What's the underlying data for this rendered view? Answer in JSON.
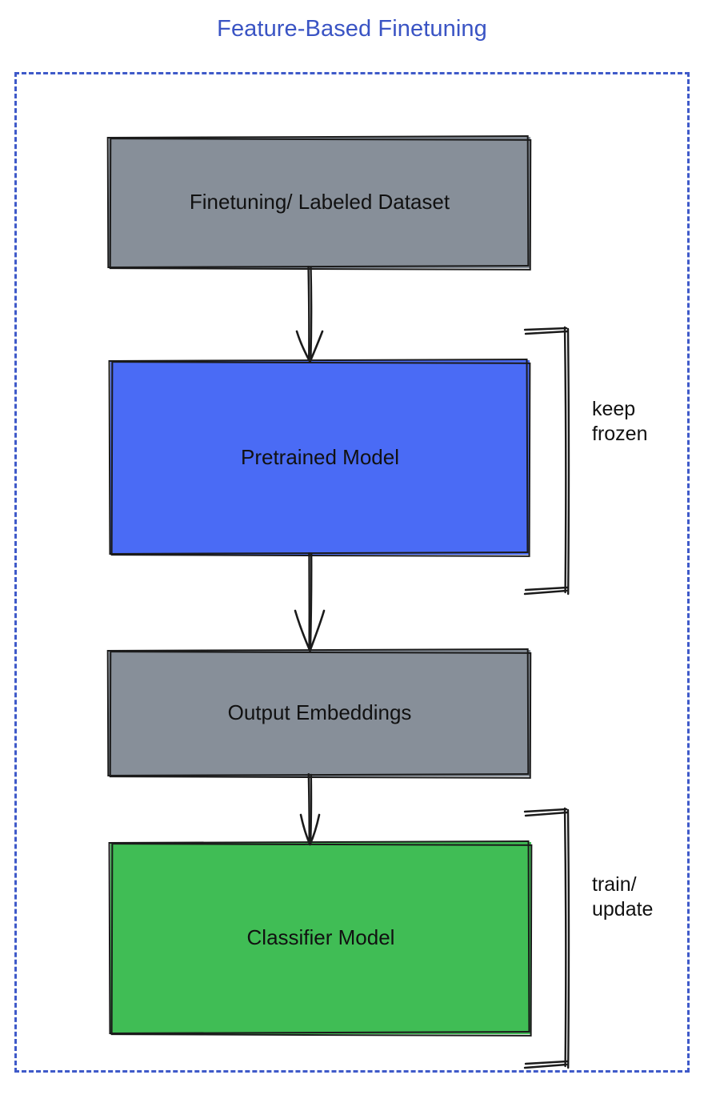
{
  "title": "Feature-Based Finetuning",
  "colors": {
    "title": "#3a54c4",
    "frame_dashed": "#3f5ac9",
    "gray_node": "#878f99",
    "blue_node": "#4a6bf5",
    "green_node": "#40bd55",
    "stroke": "#1b1b1b",
    "text": "#111111"
  },
  "flow": {
    "nodes": [
      {
        "id": "dataset",
        "label": "Finetuning/ Labeled Dataset",
        "fill": "#878f99"
      },
      {
        "id": "pretrained",
        "label": "Pretrained Model",
        "fill": "#4a6bf5"
      },
      {
        "id": "embeddings",
        "label": "Output Embeddings",
        "fill": "#878f99"
      },
      {
        "id": "classifier",
        "label": "Classifier Model",
        "fill": "#40bd55"
      }
    ],
    "edges": [
      {
        "from": "dataset",
        "to": "pretrained",
        "style": "arrow-down"
      },
      {
        "from": "pretrained",
        "to": "embeddings",
        "style": "arrow-down"
      },
      {
        "from": "embeddings",
        "to": "classifier",
        "style": "arrow-down"
      }
    ],
    "annotations": [
      {
        "id": "frozen",
        "label": "keep\nfrozen",
        "targets": [
          "pretrained"
        ]
      },
      {
        "id": "train",
        "label": "train/\nupdate",
        "targets": [
          "classifier"
        ]
      }
    ]
  },
  "icons": {
    "arrow": "arrow-down-icon",
    "bracket": "curly-bracket-icon"
  }
}
